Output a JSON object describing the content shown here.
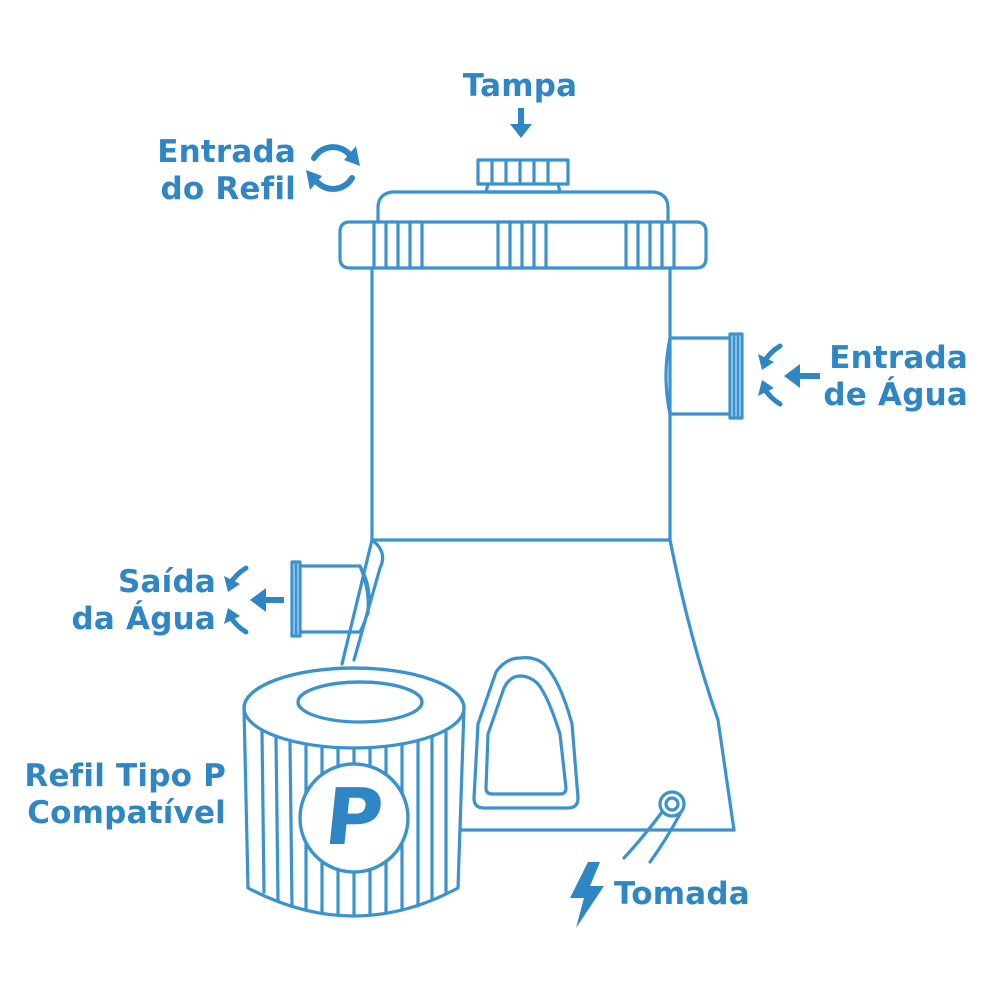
{
  "colors": {
    "accent": "#2f86c4",
    "outline": "#3a92cf",
    "background": "#ffffff"
  },
  "labels": {
    "tampa": "Tampa",
    "entrada_refil": [
      "Entrada",
      "do Refil"
    ],
    "entrada_agua": [
      "Entrada",
      "de Água"
    ],
    "saida_agua": [
      "Saída",
      "da Água"
    ],
    "refil": [
      "Refil Tipo P",
      "Compatível"
    ],
    "tomada": "Tomada",
    "refil_letter": "P"
  },
  "icons": {
    "down_arrow": "arrow-down-icon",
    "refresh": "refresh-cycle-icon",
    "left_arrows": "arrow-left-icon",
    "lightning": "lightning-bolt-icon"
  }
}
